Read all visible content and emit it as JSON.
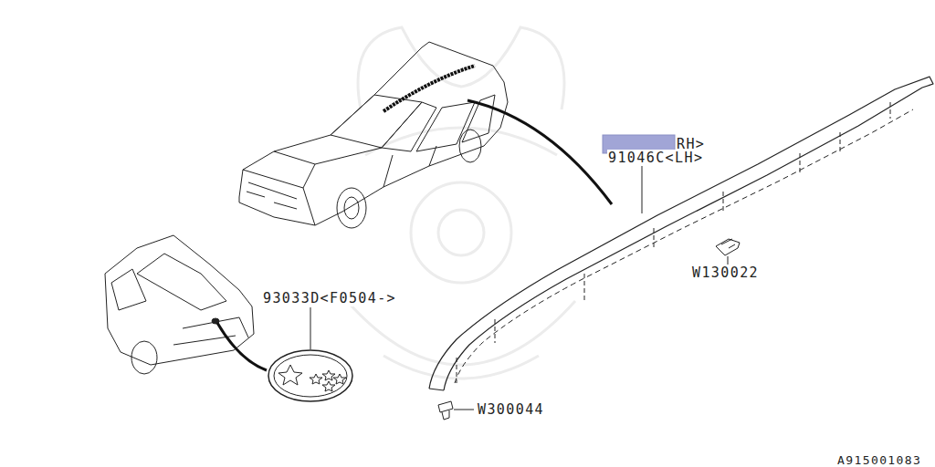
{
  "diagram": {
    "labels": [
      "RH>",
      "91046C<LH>",
      "W130022",
      "93033D<F0504->",
      "W300044",
      "A915001083"
    ]
  }
}
